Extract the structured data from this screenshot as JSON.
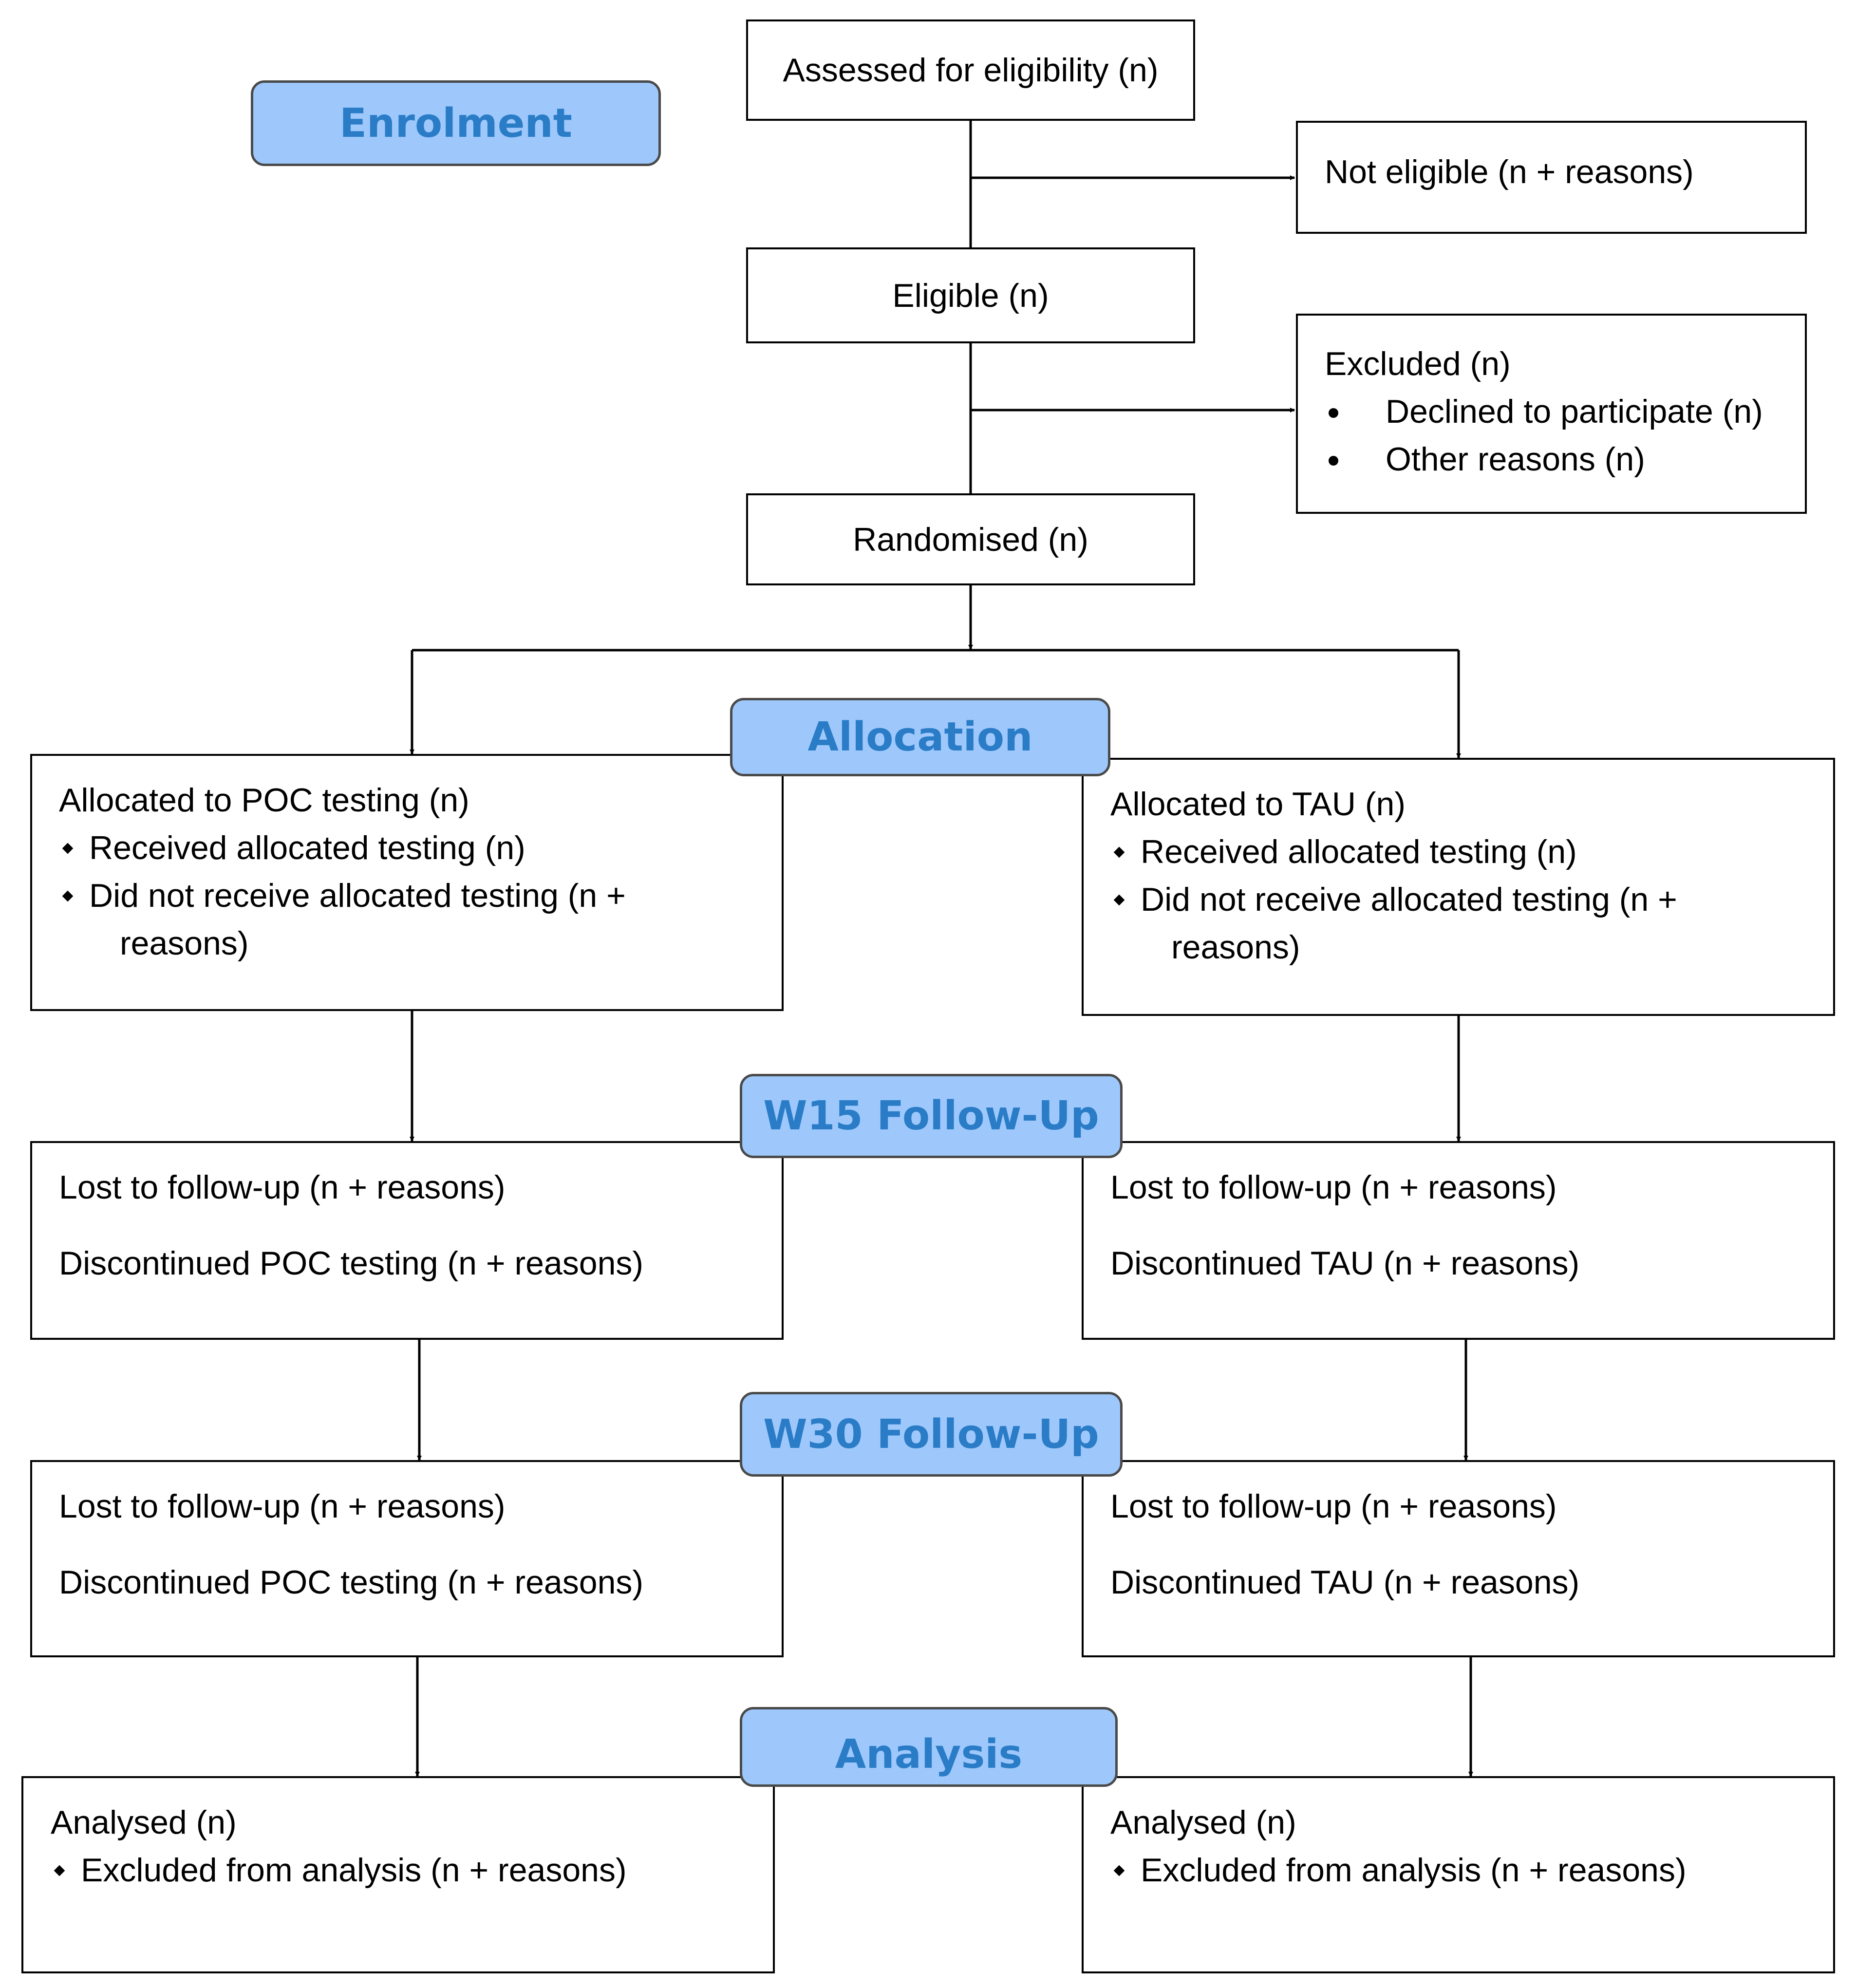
{
  "stages": {
    "enrolment": "Enrolment",
    "allocation": "Allocation",
    "w15": "W15 Follow-Up",
    "w30": "W30 Follow-Up",
    "analysis": "Analysis"
  },
  "enrolment": {
    "assessed": "Assessed for eligibility (n)",
    "not_eligible": "Not eligible (n + reasons)",
    "eligible": "Eligible (n)",
    "excluded": {
      "title": "Excluded (n)",
      "items": [
        "Declined to participate (n)",
        "Other reasons (n)"
      ]
    },
    "randomised": "Randomised (n)"
  },
  "arms": [
    {
      "allocated": {
        "title": "Allocated to POC testing (n)",
        "received": "Received allocated testing (n)",
        "not_received": "Did not receive allocated testing (n +",
        "not_received_cont": "reasons)"
      },
      "w15": {
        "lost": "Lost to follow-up (n + reasons)",
        "discontinued": "Discontinued POC testing (n + reasons)"
      },
      "w30": {
        "lost": "Lost to follow-up (n + reasons)",
        "discontinued": "Discontinued POC testing (n + reasons)"
      },
      "analysis": {
        "analysed": "Analysed (n)",
        "excluded": "Excluded from analysis (n + reasons)"
      }
    },
    {
      "allocated": {
        "title": "Allocated to TAU (n)",
        "received": "Received allocated testing (n)",
        "not_received": "Did not receive allocated testing (n +",
        "not_received_cont": "reasons)"
      },
      "w15": {
        "lost": "Lost to follow-up (n + reasons)",
        "discontinued": "Discontinued TAU (n + reasons)"
      },
      "w30": {
        "lost": "Lost to follow-up (n + reasons)",
        "discontinued": "Discontinued TAU (n + reasons)"
      },
      "analysis": {
        "analysed": "Analysed (n)",
        "excluded": "Excluded from analysis (n + reasons)"
      }
    }
  ]
}
